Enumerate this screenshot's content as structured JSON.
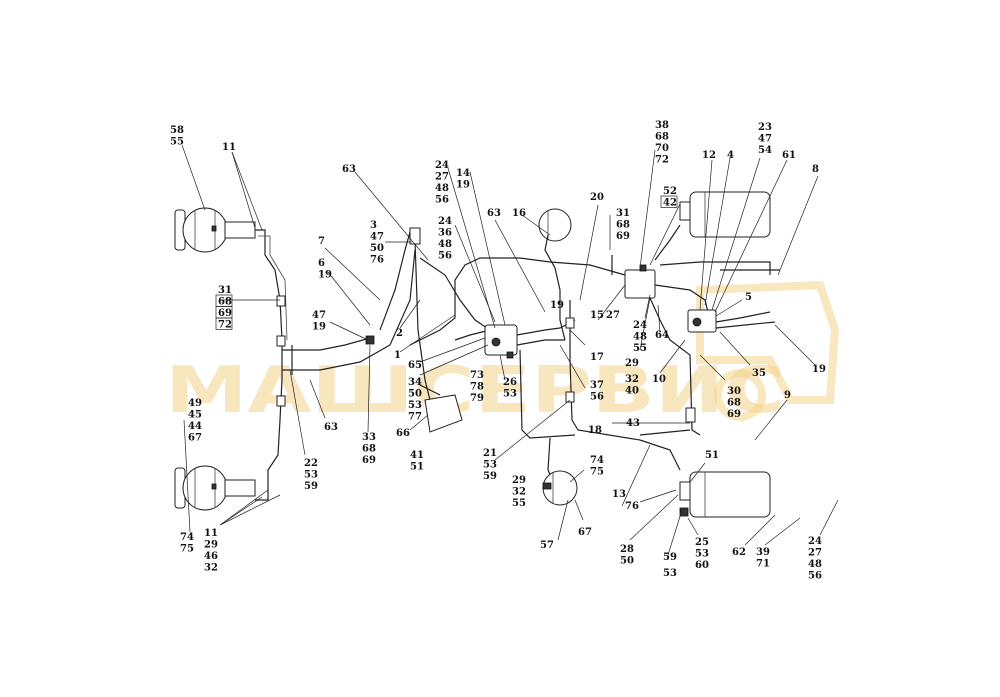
{
  "watermark": {
    "text": "МАШСЕРВИС",
    "color": "#f4d38a"
  },
  "callouts": [
    {
      "id": "c1",
      "lines": [
        "58",
        "55"
      ]
    },
    {
      "id": "c2",
      "lines": [
        "11"
      ]
    },
    {
      "id": "c3",
      "lines": [
        "31",
        "68",
        "69",
        "72"
      ]
    },
    {
      "id": "c4",
      "lines": [
        "49",
        "45",
        "44",
        "67"
      ]
    },
    {
      "id": "c5",
      "lines": [
        "74",
        "75"
      ]
    },
    {
      "id": "c6",
      "lines": [
        "11",
        "29",
        "46",
        "32"
      ]
    },
    {
      "id": "c7",
      "lines": [
        "22",
        "53",
        "59"
      ]
    },
    {
      "id": "c8",
      "lines": [
        "63"
      ]
    },
    {
      "id": "c9",
      "lines": [
        "7"
      ]
    },
    {
      "id": "c10",
      "lines": [
        "6",
        "19"
      ]
    },
    {
      "id": "c11",
      "lines": [
        "47",
        "19"
      ]
    },
    {
      "id": "c12",
      "lines": [
        "33",
        "68",
        "69"
      ]
    },
    {
      "id": "c13",
      "lines": [
        "63"
      ]
    },
    {
      "id": "c14",
      "lines": [
        "3",
        "47",
        "50",
        "76"
      ]
    },
    {
      "id": "c15",
      "lines": [
        "2"
      ]
    },
    {
      "id": "c16",
      "lines": [
        "1"
      ]
    },
    {
      "id": "c17",
      "lines": [
        "65"
      ]
    },
    {
      "id": "c18",
      "lines": [
        "34",
        "50",
        "53",
        "77"
      ]
    },
    {
      "id": "c19",
      "lines": [
        "66"
      ]
    },
    {
      "id": "c20",
      "lines": [
        "41",
        "51"
      ]
    },
    {
      "id": "c21",
      "lines": [
        "24",
        "27",
        "48",
        "56"
      ]
    },
    {
      "id": "c22",
      "lines": [
        "14",
        "19"
      ]
    },
    {
      "id": "c23",
      "lines": [
        "24",
        "36",
        "48",
        "56"
      ]
    },
    {
      "id": "c24",
      "lines": [
        "63"
      ]
    },
    {
      "id": "c25",
      "lines": [
        "73",
        "78",
        "79"
      ]
    },
    {
      "id": "c26",
      "lines": [
        "26",
        "53"
      ]
    },
    {
      "id": "c27",
      "lines": [
        "16"
      ]
    },
    {
      "id": "c28",
      "lines": [
        "19"
      ]
    },
    {
      "id": "c29",
      "lines": [
        "20"
      ]
    },
    {
      "id": "c30",
      "lines": [
        "31",
        "68",
        "69"
      ]
    },
    {
      "id": "c31",
      "lines": [
        "15"
      ]
    },
    {
      "id": "c32",
      "lines": [
        "17"
      ]
    },
    {
      "id": "c33",
      "lines": [
        "37",
        "56"
      ]
    },
    {
      "id": "c34",
      "lines": [
        "18"
      ]
    },
    {
      "id": "c35",
      "lines": [
        "21",
        "53",
        "59"
      ]
    },
    {
      "id": "c36",
      "lines": [
        "29",
        "32",
        "55"
      ]
    },
    {
      "id": "c37",
      "lines": [
        "74",
        "75"
      ]
    },
    {
      "id": "c38",
      "lines": [
        "57"
      ]
    },
    {
      "id": "c39",
      "lines": [
        "67"
      ]
    },
    {
      "id": "c40",
      "lines": [
        "13"
      ]
    },
    {
      "id": "c41",
      "lines": [
        "38",
        "68",
        "70",
        "72"
      ]
    },
    {
      "id": "c42",
      "lines": [
        "52",
        "42"
      ]
    },
    {
      "id": "c43",
      "lines": [
        "27"
      ]
    },
    {
      "id": "c44",
      "lines": [
        "24",
        "48",
        "55"
      ]
    },
    {
      "id": "c45",
      "lines": [
        "29"
      ]
    },
    {
      "id": "c46",
      "lines": [
        "32",
        "40"
      ]
    },
    {
      "id": "c47",
      "lines": [
        "64"
      ]
    },
    {
      "id": "c48",
      "lines": [
        "10"
      ]
    },
    {
      "id": "c49",
      "lines": [
        "43"
      ]
    },
    {
      "id": "c50",
      "lines": [
        "12"
      ]
    },
    {
      "id": "c51",
      "lines": [
        "4"
      ]
    },
    {
      "id": "c52",
      "lines": [
        "23",
        "47",
        "54"
      ]
    },
    {
      "id": "c53",
      "lines": [
        "61"
      ]
    },
    {
      "id": "c54",
      "lines": [
        "8"
      ]
    },
    {
      "id": "c55",
      "lines": [
        "5"
      ]
    },
    {
      "id": "c56",
      "lines": [
        "35"
      ]
    },
    {
      "id": "c57",
      "lines": [
        "19"
      ]
    },
    {
      "id": "c58",
      "lines": [
        "30",
        "68",
        "69"
      ]
    },
    {
      "id": "c59",
      "lines": [
        "9"
      ]
    },
    {
      "id": "c60",
      "lines": [
        "51"
      ]
    },
    {
      "id": "c61",
      "lines": [
        "76"
      ]
    },
    {
      "id": "c62",
      "lines": [
        "28",
        "50"
      ]
    },
    {
      "id": "c63",
      "lines": [
        "59"
      ]
    },
    {
      "id": "c64",
      "lines": [
        "53"
      ]
    },
    {
      "id": "c65",
      "lines": [
        "25",
        "53",
        "60"
      ]
    },
    {
      "id": "c66",
      "lines": [
        "62"
      ]
    },
    {
      "id": "c67",
      "lines": [
        "39",
        "71"
      ]
    },
    {
      "id": "c68",
      "lines": [
        "24",
        "27",
        "48",
        "56"
      ]
    }
  ]
}
